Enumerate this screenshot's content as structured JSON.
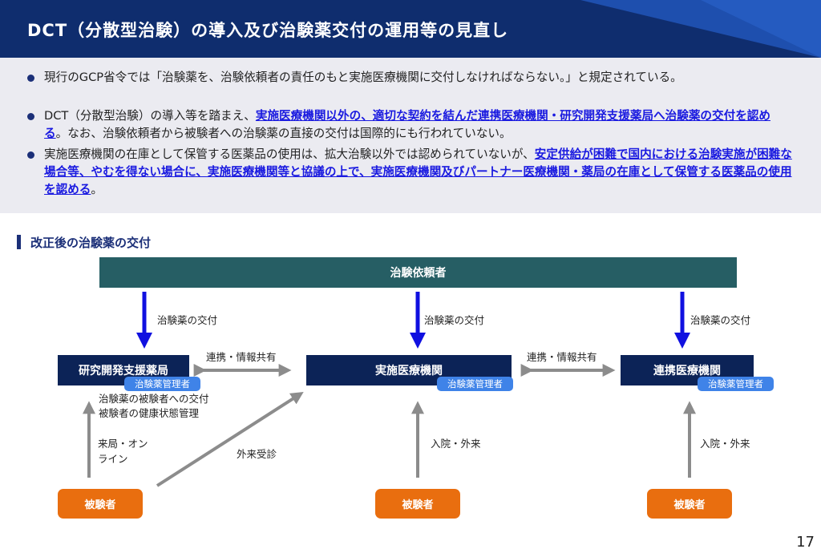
{
  "header": {
    "title": "DCT（分散型治験）の導入及び治験薬交付の運用等の見直し"
  },
  "intro": {
    "bullets": [
      {
        "text": "現行のGCP省令では「治験薬を、治験依頼者の責任のもと実施医療機関に交付しなければならない。」と規定されている。"
      },
      {
        "pre": "DCT（分散型治験）の導入等を踏まえ、",
        "highlight": "実施医療機関以外の、適切な契約を結んだ連携医療機関・研究開発支援薬局へ治験薬の交付を認める",
        "post": "。なお、治験依頼者から被験者への治験薬の直接の交付は国際的にも行われていない。"
      },
      {
        "pre": "実施医療機関の在庫として保管する医薬品の使用は、拡大治験以外では認められていないが、",
        "highlight": "安定供給が困難で国内における治験実施が困難な場合等、やむを得ない場合に、実施医療機関等と協議の上で、実施医療機関及びパートナー医療機関・薬局の在庫として保管する医薬品の使用を認める",
        "post": "。"
      }
    ]
  },
  "section": {
    "title": "改正後の治験薬の交付"
  },
  "diagram": {
    "sponsor": "治験依頼者",
    "delivery_label": "治験薬の交付",
    "pharmacy": {
      "name": "研究開発支援薬局",
      "manager": "治験薬管理者"
    },
    "site": {
      "name": "実施医療機関",
      "manager": "治験薬管理者"
    },
    "partner": {
      "name": "連携医療機関",
      "manager": "治験薬管理者"
    },
    "cooperation_label": "連携・情報共有",
    "pharmacy_notes": [
      "治験薬の被験者への交付",
      "被験者の健康状態管理"
    ],
    "visit_label_line1": "来局・オン",
    "visit_label_line2": "ライン",
    "outpatient_label": "外来受診",
    "inpatient_label": "入院・外来",
    "subject": "被験者"
  },
  "colors": {
    "header_bg": "#0f2d6e",
    "highlight_text": "#1a1ae0",
    "sponsor_bg": "#265e64",
    "institution_bg": "#0c2357",
    "manager_badge": "#3f83e8",
    "subject_bg": "#e96e0f",
    "delivery_arrow": "#1010e0",
    "gray_arrow": "#8c8c8c"
  },
  "page_number": "17"
}
